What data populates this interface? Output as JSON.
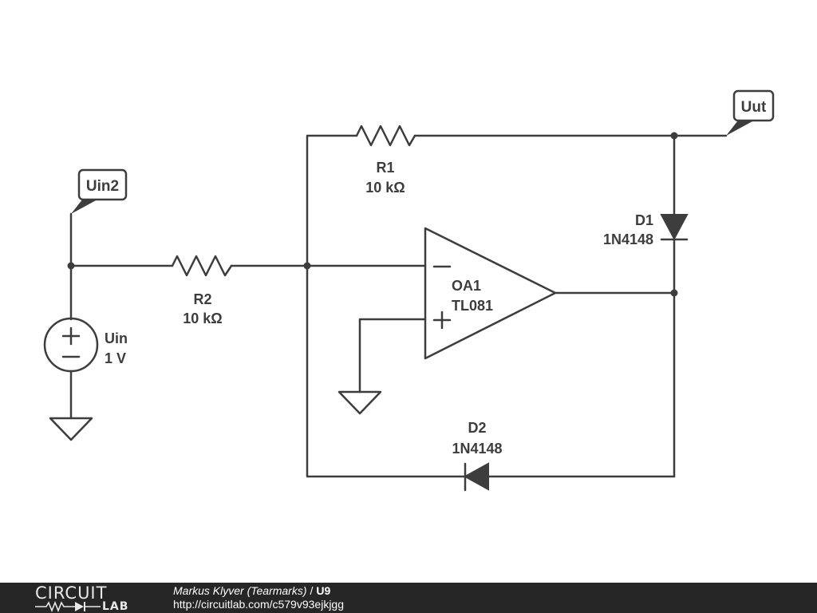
{
  "flags": {
    "uin2": "Uin2",
    "uut": "Uut"
  },
  "components": {
    "r1": {
      "name": "R1",
      "value": "10 kΩ"
    },
    "r2": {
      "name": "R2",
      "value": "10 kΩ"
    },
    "d1": {
      "name": "D1",
      "value": "1N4148"
    },
    "d2": {
      "name": "D2",
      "value": "1N4148"
    },
    "oa1": {
      "name": "OA1",
      "value": "TL081"
    },
    "uin": {
      "name": "Uin",
      "value": "1 V"
    }
  },
  "footer": {
    "logo_top": "CIRCUIT",
    "logo_bottom": "LAB",
    "author": "Markus Klyver (Tearmarks)",
    "separator": "/",
    "circuit_name": "U9",
    "url": "http://circuitlab.com/c579v93ejkjgg"
  }
}
